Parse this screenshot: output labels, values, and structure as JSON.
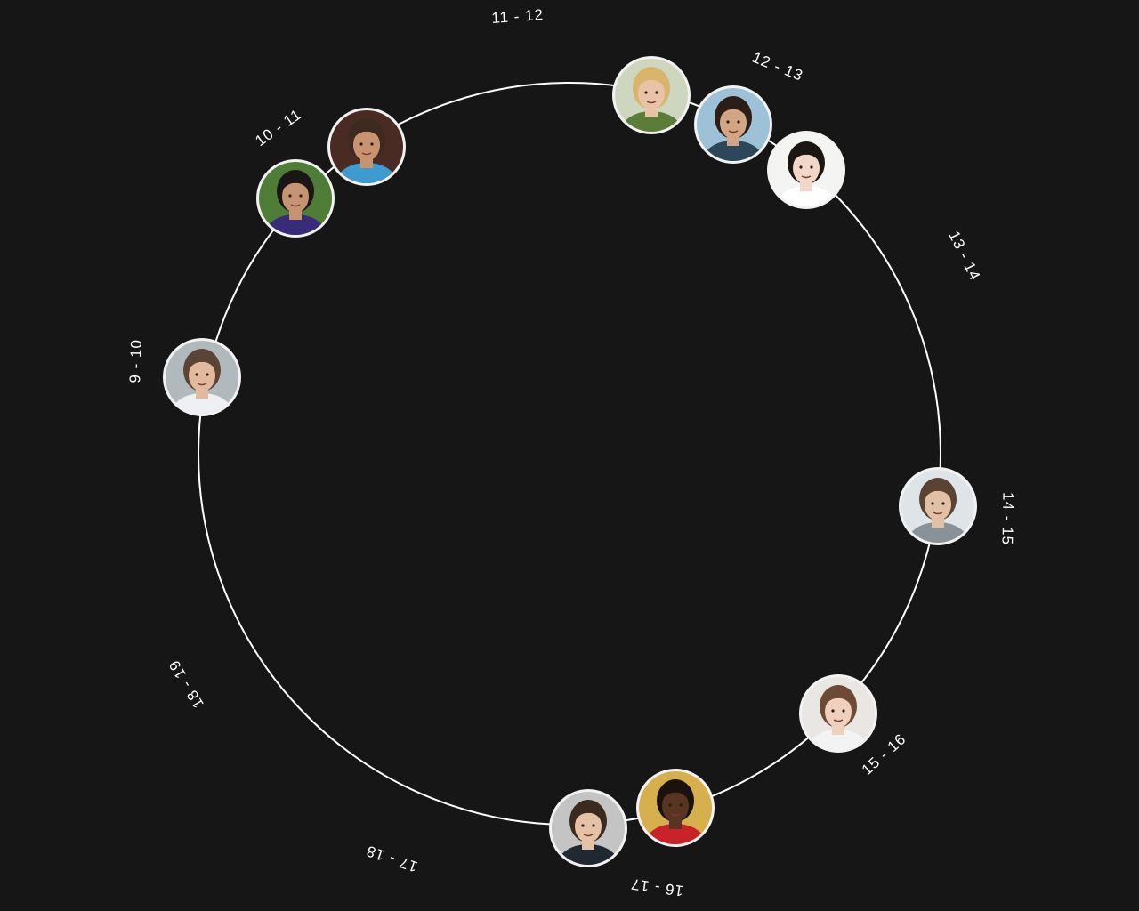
{
  "clock": {
    "ring_color": "#ffffff",
    "background": "#161616",
    "hour_labels": [
      "11 - 12",
      "12 - 13",
      "13 - 14",
      "14 - 15",
      "15 - 16",
      "16 - 17",
      "17 - 18",
      "18 - 19",
      "9  -  10",
      "10 - 11"
    ]
  },
  "avatars": [
    {
      "name": "blonde-woman-avatar",
      "slot": "12 - 13",
      "skin": "#e8c3a7",
      "hair": "#d8b56b",
      "bg": "#cfd6c0",
      "shirt": "#5c7d3a"
    },
    {
      "name": "dark-hair-woman-avatar",
      "slot": "12 - 13",
      "skin": "#d2a684",
      "hair": "#2c1e16",
      "bg": "#9dc1d6",
      "shirt": "#2d4659"
    },
    {
      "name": "asian-woman-avatar",
      "slot": "13 - 14",
      "skin": "#f1d7c7",
      "hair": "#1c1612",
      "bg": "#f4f4f2",
      "shirt": "#ffffff"
    },
    {
      "name": "young-man-pier-avatar",
      "slot": "14 - 15",
      "skin": "#e2c0a6",
      "hair": "#5a4333",
      "bg": "#dfe4e8",
      "shirt": "#8a9299"
    },
    {
      "name": "woman-white-top-avatar",
      "slot": "15 - 16",
      "skin": "#efd0bd",
      "hair": "#6d4a35",
      "bg": "#e9e6e4",
      "shirt": "#f3f3f3"
    },
    {
      "name": "smiling-man-red-shirt-avatar",
      "slot": "16 - 17",
      "skin": "#5a3422",
      "hair": "#1b120d",
      "bg": "#d7b04e",
      "shirt": "#c9232a"
    },
    {
      "name": "man-suit-avatar",
      "slot": "16 - 17",
      "skin": "#e6c1a5",
      "hair": "#3a2a20",
      "bg": "#c4c4c4",
      "shirt": "#222831"
    },
    {
      "name": "man-white-shirt-avatar",
      "slot": "9  -  10",
      "skin": "#e2b99c",
      "hair": "#5a4436",
      "bg": "#b2b9bd",
      "shirt": "#eef0f4"
    },
    {
      "name": "man-purple-shirt-avatar",
      "slot": "10 - 11",
      "skin": "#c49473",
      "hair": "#1b1616",
      "bg": "#4f7d37",
      "shirt": "#3a2a7a"
    },
    {
      "name": "bearded-man-avatar",
      "slot": "10 - 11",
      "skin": "#c99372",
      "hair": "#3d2a20",
      "bg": "#4a2b24",
      "shirt": "#3d9bd0"
    }
  ]
}
